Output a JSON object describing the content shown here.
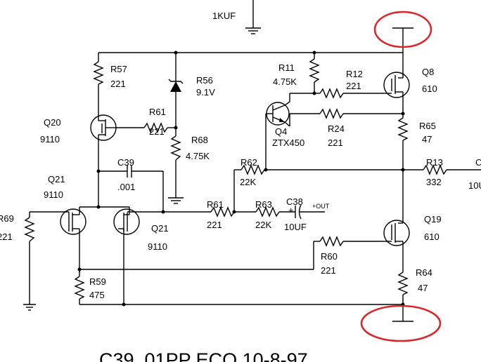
{
  "labels": {
    "c_top_value": "1KUF",
    "r57_name": "R57",
    "r57_value": "221",
    "r56_name": "R56",
    "r56_value": "9.1V",
    "r11_name": "R11",
    "r11_value": "4.75K",
    "r12_name": "R12",
    "r12_value": "221",
    "q8_name": "Q8",
    "q8_value": "610",
    "q20_name": "Q20",
    "q20_value": "9110",
    "r61a_name": "R61",
    "r61a_value": "221",
    "r68_name": "R68",
    "r68_value": "4.75K",
    "q4_name": "Q4",
    "q4_value": "ZTX450",
    "r24_name": "R24",
    "r24_value": "221",
    "r65_name": "R65",
    "r65_value": "47",
    "c39_name": "C39",
    "c39_value": ".001",
    "r62_name": "R62",
    "r62_value": "22K",
    "r13_name": "R13",
    "r13_value": "332",
    "right_edge_name": "C",
    "right_edge_value": "10U",
    "q21a_name": "Q21",
    "q21a_value": "9110",
    "r69_name": "R69",
    "r69_value": "221",
    "r61b_name": "R61",
    "r61b_value": "221",
    "r63_name": "R63",
    "r63_value": "22K",
    "c38_name": "C38",
    "c38_value": "10UF",
    "c38_plus": "+",
    "c38_out": "+OUT",
    "q19_name": "Q19",
    "q19_value": "610",
    "q21b_name": "Q21",
    "q21b_value": "9110",
    "r60_name": "R60",
    "r60_value": "221",
    "r59_name": "R59",
    "r59_value": "475",
    "r64_name": "R64",
    "r64_value": "47",
    "footer_note": "C39 .01PP ECO 10-8-97"
  },
  "highlight_color": "#d9262a"
}
